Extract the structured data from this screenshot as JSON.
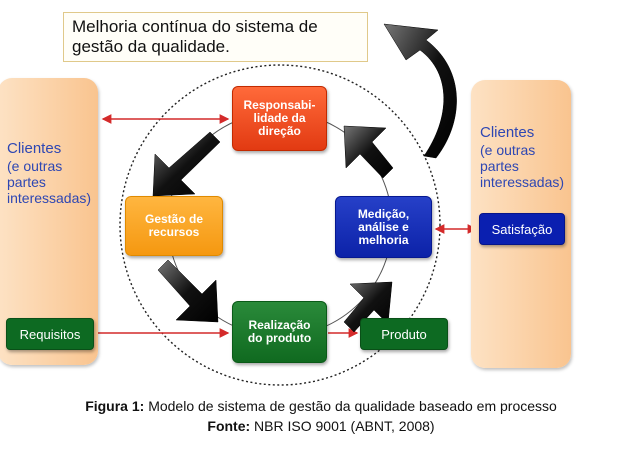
{
  "note": {
    "line1": "Melhoria contínua do sistema de",
    "line2": "gestão da qualidade."
  },
  "left_panel": {
    "title": "Clientes",
    "sub1": "(e outras",
    "sub2": "partes",
    "sub3": "interessadas)",
    "box": "Requisitos"
  },
  "right_panel": {
    "title": "Clientes",
    "sub1": "(e outras",
    "sub2": "partes",
    "sub3": "interessadas)",
    "box": "Satisfação"
  },
  "process": {
    "responsabilidade": [
      "Responsabi-",
      "lidade da",
      "direção"
    ],
    "recursos": [
      "Gestão de",
      "recursos"
    ],
    "realizacao": [
      "Realização",
      "do produto"
    ],
    "medicao": [
      "Medição,",
      "análise e",
      "melhoria"
    ]
  },
  "produto": "Produto",
  "caption": {
    "label1": "Figura 1:",
    "text1": " Modelo de sistema de gestão da qualidade baseado em processo",
    "label2": "Fonte:",
    "text2": " NBR ISO 9001 (ABNT, 2008)"
  },
  "colors": {
    "responsabilidade": "#e8401a",
    "recursos": "#f7a21d",
    "realizacao": "#157a2b",
    "medicao": "#0f27b8",
    "connector": "#d42a2a",
    "panel_text": "#2e47b3"
  }
}
